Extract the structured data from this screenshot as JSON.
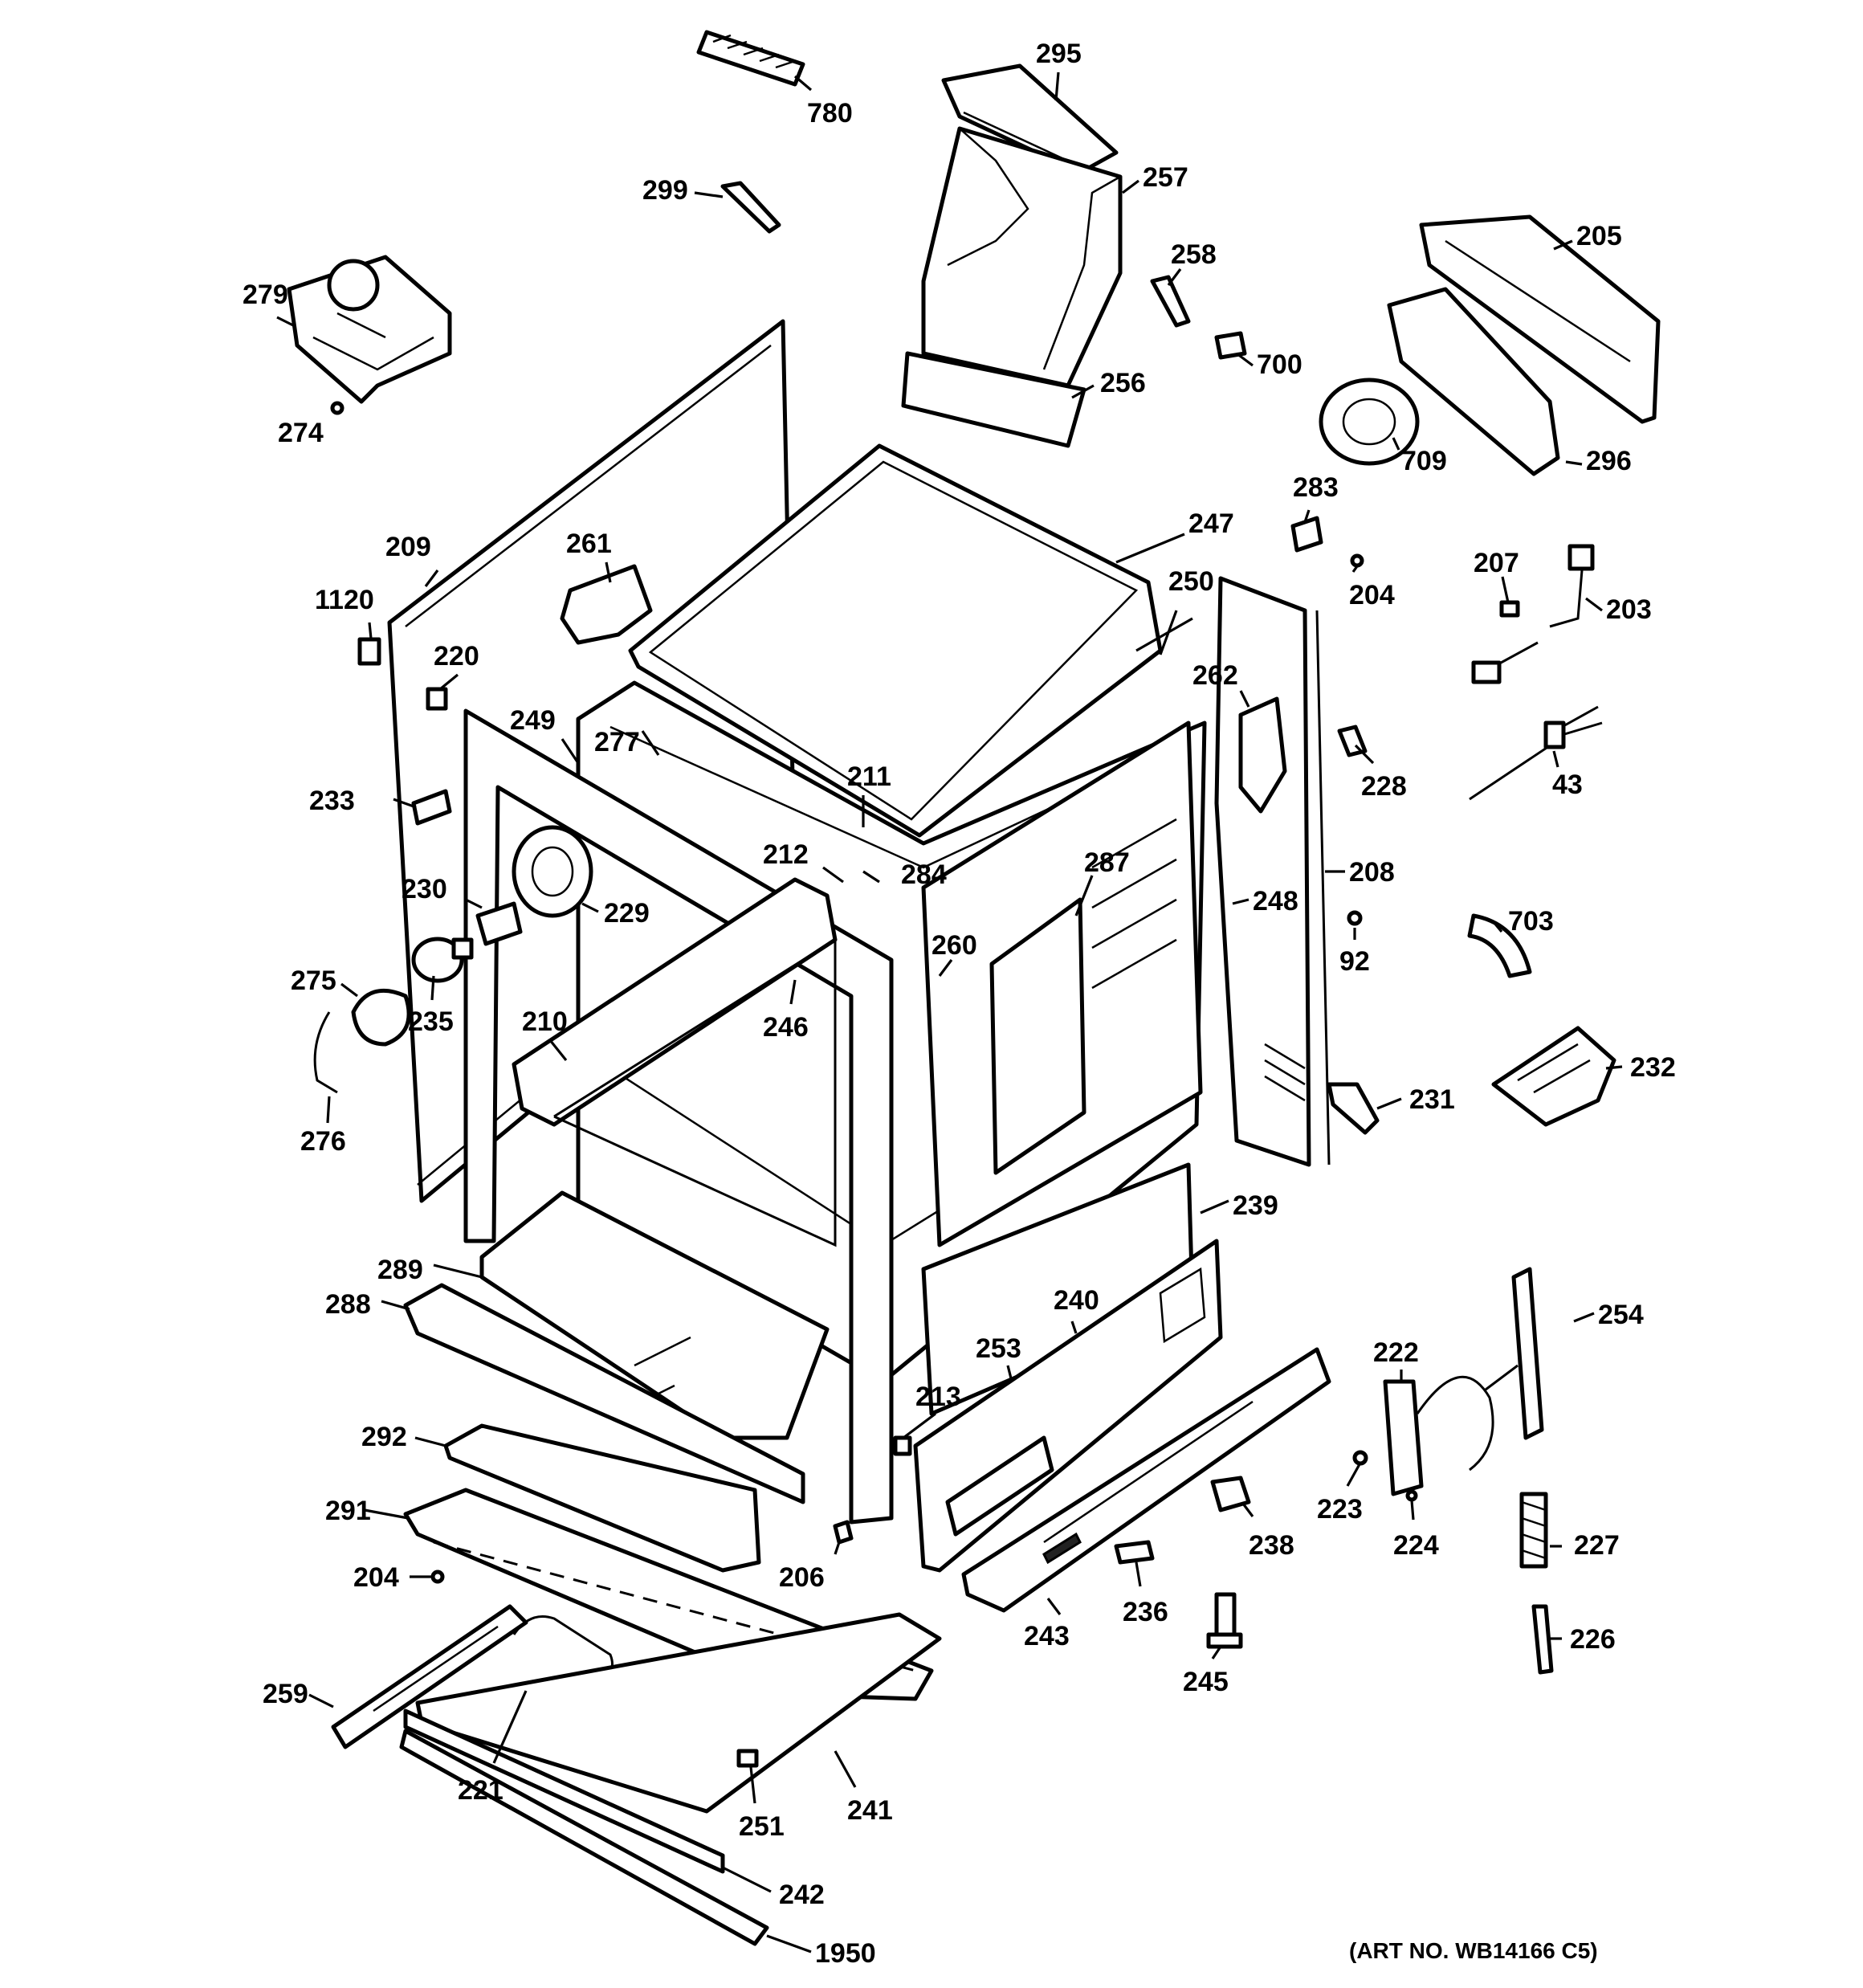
{
  "art_no": "(ART NO. WB14166 C5)",
  "labels": {
    "p780": "780",
    "p295": "295",
    "p257": "257",
    "p299": "299",
    "p258": "258",
    "p700": "700",
    "p256": "256",
    "p279": "279",
    "p274": "274",
    "p205": "205",
    "p709": "709",
    "p296": "296",
    "p283": "283",
    "p247": "247",
    "p204a": "204",
    "p207": "207",
    "p203": "203",
    "p209": "209",
    "p261": "261",
    "p250": "250",
    "p1120": "1120",
    "p220": "220",
    "p262": "262",
    "p249": "249",
    "p277": "277",
    "p211": "211",
    "p228": "228",
    "p43": "43",
    "p233": "233",
    "p212": "212",
    "p284": "284",
    "p287": "287",
    "p208": "208",
    "p230": "230",
    "p229": "229",
    "p248": "248",
    "p703": "703",
    "p260": "260",
    "p92": "92",
    "p275": "275",
    "p210": "210",
    "p246": "246",
    "p235": "235",
    "p232": "232",
    "p231": "231",
    "p276": "276",
    "p239": "239",
    "p289": "289",
    "p240": "240",
    "p288": "288",
    "p254": "254",
    "p253": "253",
    "p222": "222",
    "p213": "213",
    "p292": "292",
    "p223": "223",
    "p291": "291",
    "p238": "238",
    "p224": "224",
    "p227": "227",
    "p204b": "204",
    "p206": "206",
    "p243": "243",
    "p236": "236",
    "p226": "226",
    "p259": "259",
    "p245": "245",
    "p241": "241",
    "p221": "221",
    "p251": "251",
    "p242": "242",
    "p1950": "1950"
  }
}
